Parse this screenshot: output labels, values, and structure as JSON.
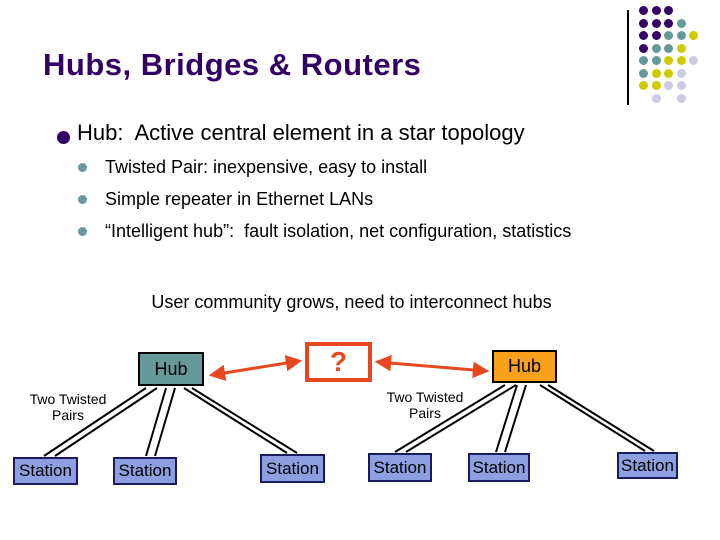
{
  "slide": {
    "title": "Hubs, Bridges & Routers",
    "bullets": {
      "main": "Hub:  Active central element in a star topology",
      "sub": [
        "Twisted Pair: inexpensive, easy to install",
        "Simple repeater in Ethernet LANs",
        "“Intelligent hub”:  fault isolation, net configuration, statistics"
      ]
    },
    "interconnect_note": "User community grows, need to interconnect hubs",
    "diagram": {
      "hub_left_label": "Hub",
      "hub_right_label": "Hub",
      "question_label": "?",
      "pair_label_left": "Two Twisted Pairs",
      "pair_label_right": "Two Twisted Pairs",
      "stations": [
        "Station",
        "Station",
        "Station",
        "Station",
        "Station",
        "Station"
      ]
    },
    "colors": {
      "title_color": "#330066",
      "bullet_main": "#330066",
      "bullet_sub": "#669999",
      "accent_red": "#e8481f",
      "hub_left_fill": "#669999",
      "hub_right_fill": "#f9a11b",
      "station_fill": "#8c9fe0",
      "station_border": "#1a1a5e",
      "dot_purple": "#330066",
      "dot_teal": "#669999",
      "dot_yellow": "#cccc00",
      "dot_lavender": "#ccccE6"
    },
    "decor_dots": {
      "rows": [
        "PPP..",
        "PPPT.",
        "PPTTY",
        "PTTY.",
        "TTYYL",
        "TYYL.",
        "YYLL.",
        ".L.L."
      ]
    }
  }
}
